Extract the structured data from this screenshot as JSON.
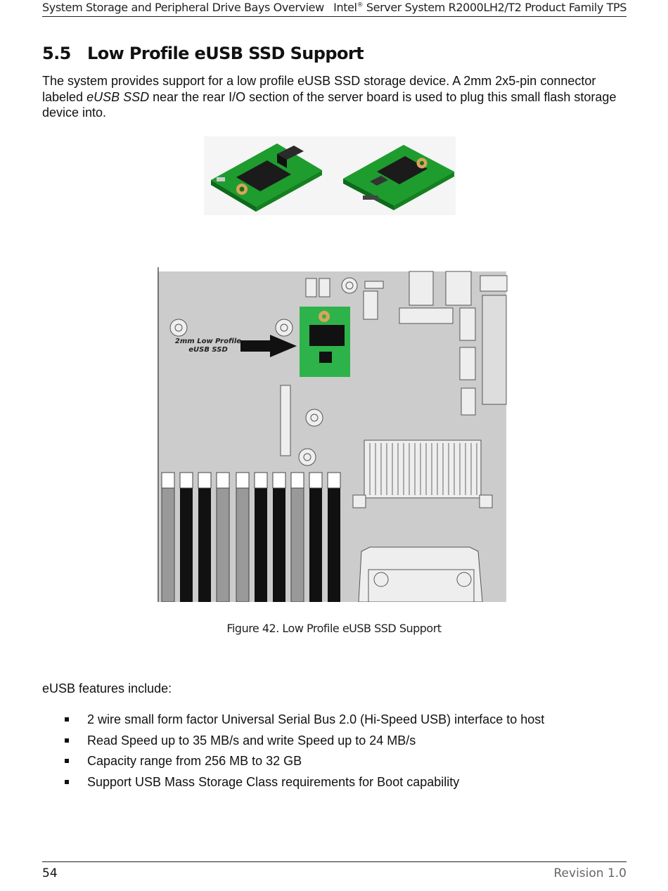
{
  "header": {
    "left": "System Storage and Peripheral Drive Bays Overview",
    "right_brand": "Intel",
    "right_reg": "®",
    "right_rest": " Server System R2000LH2/T2 Product Family TPS"
  },
  "section": {
    "number": "5.5",
    "title": "Low Profile eUSB SSD Support"
  },
  "paragraph": {
    "before": "The system provides support for a low profile eUSB SSD storage device. A 2mm 2x5-pin connector labeled ",
    "italic": "eUSB SSD",
    "after": " near the rear I/O section of the server board is used to plug this small flash storage device into."
  },
  "figure": {
    "label_line1": "2mm Low Profile",
    "label_line2": "eUSB SSD",
    "caption": "Figure 42. Low Profile eUSB SSD Support"
  },
  "features": {
    "intro": "eUSB features include:",
    "items": [
      "2 wire small form factor Universal Serial Bus 2.0 (Hi-Speed USB) interface to host",
      "Read Speed up to 35 MB/s and write Speed up to 24 MB/s",
      "Capacity range from 256 MB to 32 GB",
      "Support USB Mass Storage Class requirements for Boot capability"
    ]
  },
  "footer": {
    "page": "54",
    "revision": "Revision 1.0"
  }
}
